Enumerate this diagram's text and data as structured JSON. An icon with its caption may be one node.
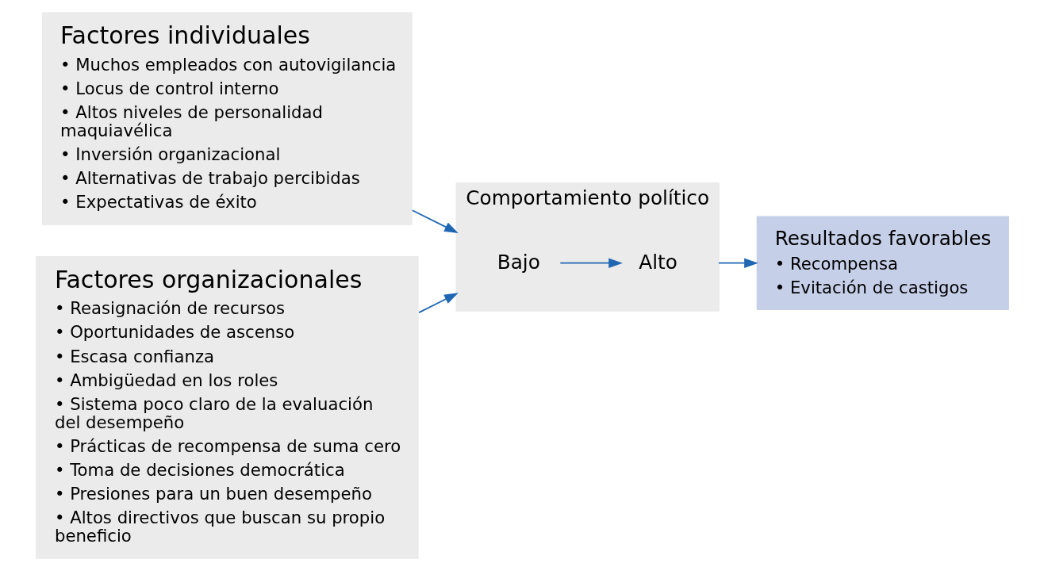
{
  "diagram": {
    "nodes": [
      {
        "text": [
          "Factores individuales",
          "• Muchos empleados con autovigilancia",
          "• Locus de control interno",
          "• Altos niveles de personalidad maquiavélica",
          "• Inversión organizacional",
          "• Alternativas de trabajo percibidas",
          "• Expectativas de éxito"
        ]
      },
      {
        "text": [
          "Factores organizacionales",
          "• Reasignación de recursos",
          "• Oportunidades de ascenso",
          "• Escasa confianza",
          "• Ambigüedad en los roles",
          "• Sistema poco claro de la evaluación del desempeño",
          "• Prácticas de recompensa de suma cero",
          "• Toma de decisiones democrática",
          "• Presiones para un buen desempeño",
          "• Altos directivos que buscan su propio beneficio"
        ]
      },
      {
        "text": [
          "Comportamiento político"
        ]
      },
      {
        "text": [
          "Bajo"
        ],
        "in": 2
      },
      {
        "text": [
          "Alto"
        ],
        "in": 2
      },
      {
        "text": [
          "Resultados favorables",
          "• Recompensa",
          "• Evitación de castigos"
        ]
      }
    ],
    "edges": [
      {
        "from": 0,
        "to": 2,
        "arrow": "to"
      },
      {
        "from": 1,
        "to": 2,
        "arrow": "to"
      },
      {
        "from": 3,
        "to": 4,
        "arrow": "to"
      },
      {
        "from": 2,
        "to": 5,
        "arrow": "to"
      }
    ]
  }
}
